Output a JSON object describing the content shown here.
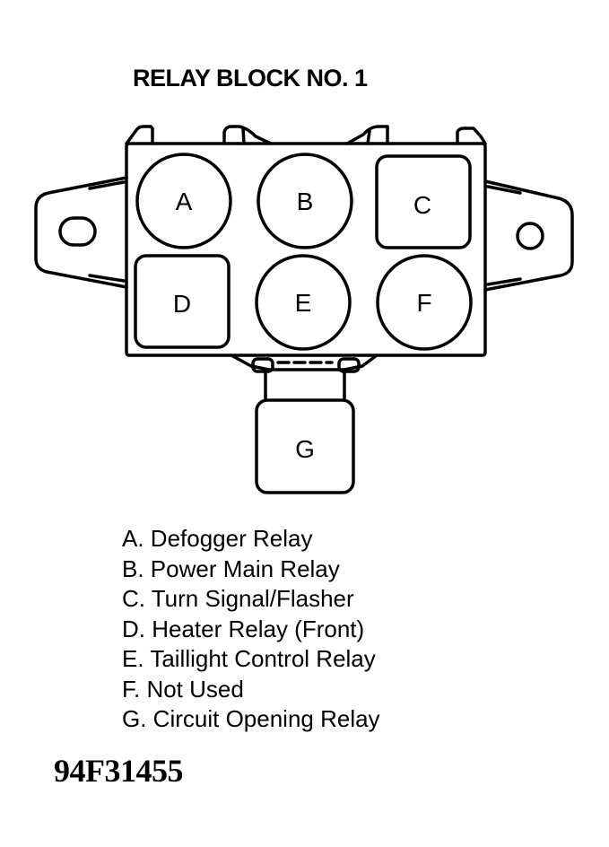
{
  "title": "RELAY BLOCK NO. 1",
  "relays": [
    {
      "id": "A",
      "shape": "circle",
      "name": "Defogger Relay"
    },
    {
      "id": "B",
      "shape": "circle",
      "name": "Power Main Relay"
    },
    {
      "id": "C",
      "shape": "square",
      "name": "Turn Signal/Flasher"
    },
    {
      "id": "D",
      "shape": "square",
      "name": "Heater Relay (Front)"
    },
    {
      "id": "E",
      "shape": "circle",
      "name": "Taillight Control Relay"
    },
    {
      "id": "F",
      "shape": "circle",
      "name": "Not Used"
    },
    {
      "id": "G",
      "shape": "square",
      "name": "Circuit Opening Relay"
    }
  ],
  "legend": [
    "A. Defogger Relay",
    "B. Power Main Relay",
    "C. Turn Signal/Flasher",
    "D. Heater Relay (Front)",
    "E. Taillight Control Relay",
    "F. Not Used",
    "G. Circuit Opening Relay"
  ],
  "figure_id": "94F31455",
  "colors": {
    "ink": "#000000",
    "paper": "#ffffff"
  }
}
